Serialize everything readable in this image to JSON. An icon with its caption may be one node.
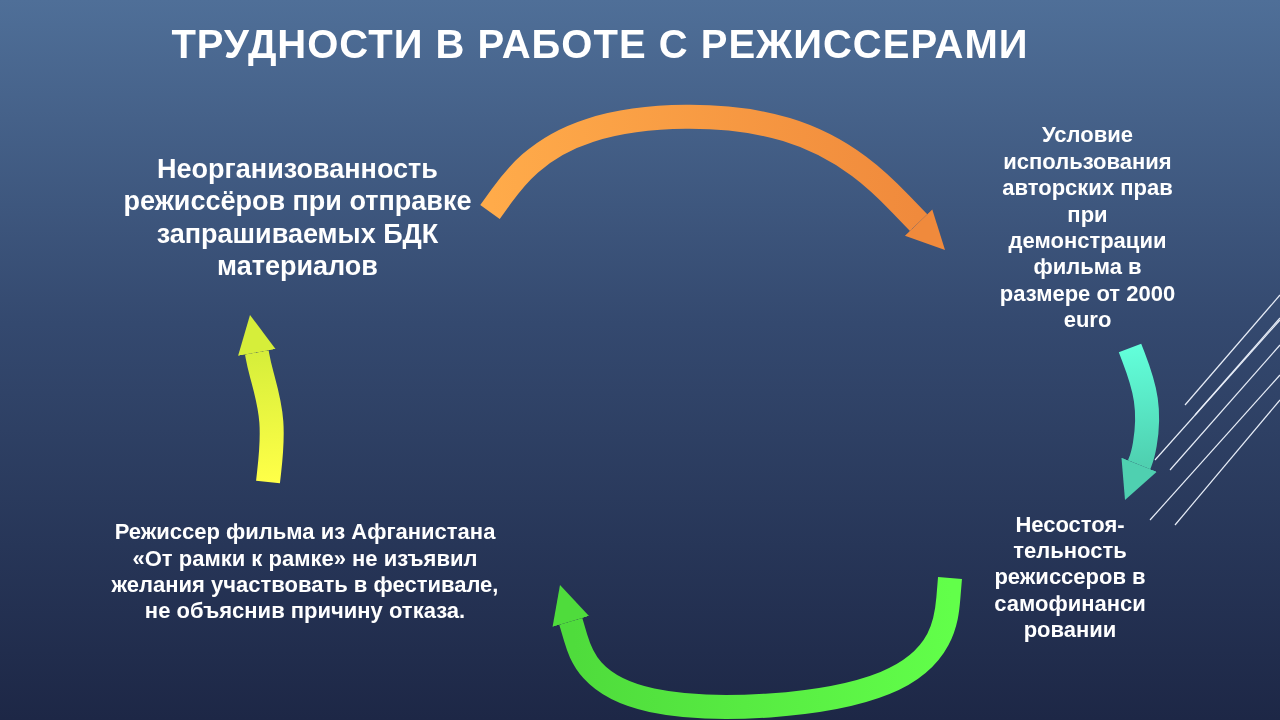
{
  "diagram": {
    "title": "ТРУДНОСТИ В РАБОТЕ С РЕЖИССЕРАМИ",
    "nodes": [
      {
        "text": [
          "Неорганизованность режиссёров при отправке запрашиваемых БДК материалов"
        ]
      },
      {
        "text": [
          "Условие использования авторских прав при демонстрации фильма в размере от 2000 euro"
        ]
      },
      {
        "text": [
          "Несостоя- тельность режиссеров в самофинанси ровании"
        ]
      },
      {
        "text": [
          "Режиссер фильма из Афганистана «От рамки к рамке» не изъявил желания участвовать в фестивале, не объяснив причину отказа."
        ]
      }
    ],
    "edges": [
      {
        "from": 0,
        "to": 1,
        "arrow": "to",
        "style": "thick",
        "color": "#f08a3c"
      },
      {
        "from": 1,
        "to": 2,
        "arrow": "to",
        "style": "thick",
        "color": "#4fd0b0"
      },
      {
        "from": 2,
        "to": 3,
        "arrow": "to",
        "style": "thick",
        "color": "#4fdc3c"
      },
      {
        "from": 3,
        "to": 0,
        "arrow": "to",
        "style": "thick",
        "color": "#d6ee3a"
      }
    ]
  }
}
